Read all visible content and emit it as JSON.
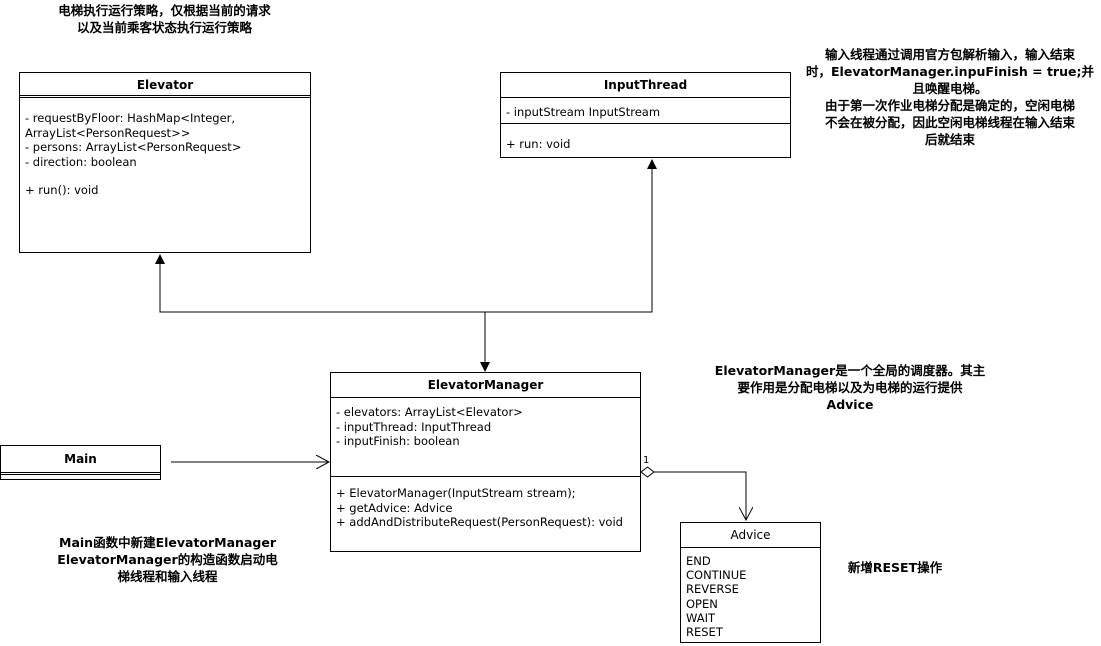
{
  "notes": {
    "top_left": "电梯执行运行策略，仅根据当前的请求\n以及当前乘客状态执行运行策略",
    "top_right": "输入线程通过调用官方包解析输入，输入结束\n时，ElevatorManager.inpuFinish = true;并\n且唤醒电梯。\n由于第一次作业电梯分配是确定的，空闲电梯\n不会在被分配，因此空闲电梯线程在输入结束\n后就结束",
    "manager": "ElevatorManager是一个全局的调度器。其主\n要作用是分配电梯以及为电梯的运行提供\nAdvice",
    "main": "Main函数中新建ElevatorManager\nElevatorManager的构造函数启动电\n梯线程和输入线程",
    "reset": "新增RESET操作"
  },
  "classes": {
    "elevator": {
      "name": "Elevator",
      "fields": [
        "- requestByFloor: HashMap<Integer,",
        "ArrayList<PersonRequest>>",
        "- persons: ArrayList<PersonRequest>",
        "- direction: boolean"
      ],
      "methods": [
        "+ run(): void"
      ]
    },
    "input_thread": {
      "name": "InputThread",
      "fields": [
        "- inputStream InputStream"
      ],
      "methods": [
        "+ run: void"
      ]
    },
    "manager": {
      "name": "ElevatorManager",
      "fields": [
        "- elevators: ArrayList<Elevator>",
        "- inputThread: InputThread",
        "- inputFinish: boolean"
      ],
      "methods": [
        "+ ElevatorManager(InputStream stream);",
        "+ getAdvice: Advice",
        "+ addAndDistributeRequest(PersonRequest): void"
      ]
    },
    "main": {
      "name": "Main"
    },
    "advice": {
      "name": "Advice",
      "values": [
        "END",
        "CONTINUE",
        "REVERSE",
        "OPEN",
        "WAIT",
        "RESET"
      ]
    }
  },
  "multiplicity": "1"
}
